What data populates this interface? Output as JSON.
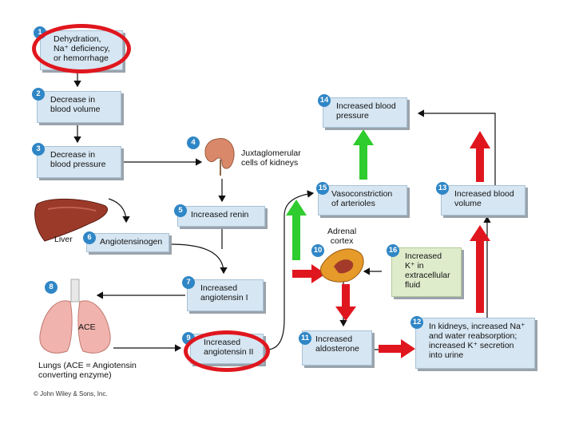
{
  "steps": {
    "s1": {
      "num": "1",
      "l1": "Dehydration,",
      "l2": "Na⁺ deficiency,",
      "l3": "or hemorrhage"
    },
    "s2": {
      "num": "2",
      "l1": "Decrease in",
      "l2": "blood volume"
    },
    "s3": {
      "num": "3",
      "l1": "Decrease in",
      "l2": "blood pressure"
    },
    "s4": {
      "num": "4",
      "l1": "Juxtaglomerular",
      "l2": "cells of kidneys"
    },
    "s5": {
      "num": "5",
      "l1": "Increased renin"
    },
    "s6": {
      "num": "6",
      "l1": "Angiotensinogen"
    },
    "s7": {
      "num": "7",
      "l1": "Increased",
      "l2": "angiotensin I"
    },
    "s8": {
      "num": "8"
    },
    "s9": {
      "num": "9",
      "l1": "Increased",
      "l2": "angiotensin II"
    },
    "s10": {
      "num": "10",
      "l1": "Adrenal",
      "l2": "cortex"
    },
    "s11": {
      "num": "11",
      "l1": "Increased",
      "l2": "aldosterone"
    },
    "s12": {
      "num": "12",
      "l1": "In kidneys, increased Na⁺",
      "l2": "and water reabsorption;",
      "l3": "increased K⁺ secretion",
      "l4": "into urine"
    },
    "s13": {
      "num": "13",
      "l1": "Increased blood",
      "l2": "volume"
    },
    "s14": {
      "num": "14",
      "l1": "Increased blood",
      "l2": "pressure"
    },
    "s15": {
      "num": "15",
      "l1": "Vasoconstriction",
      "l2": "of arterioles"
    },
    "s16": {
      "num": "16",
      "l1": "Increased",
      "l2": "K⁺ in",
      "l3": "extracellular",
      "l4": "fluid"
    }
  },
  "labels": {
    "liver": "Liver",
    "ace": "ACE",
    "lungs_l1": "Lungs (ACE = Angiotensin",
    "lungs_l2": "converting enzyme)",
    "copyright": "© John Wiley & Sons, Inc."
  },
  "colors": {
    "box_blue": "#d6e6f2",
    "box_green": "#dfeccc",
    "step_number": "#2f86c6",
    "highlight_ring": "#e0161e",
    "arrow_red": "#e0161e",
    "arrow_green": "#2ecc2e"
  },
  "icons": [
    "kidney-icon",
    "liver-icon",
    "lungs-icon",
    "adrenal-cortex-icon"
  ]
}
